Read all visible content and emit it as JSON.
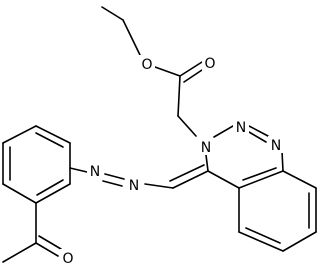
{
  "molecule": {
    "atoms": {
      "ester_o": "O",
      "carbonyl_o": "O",
      "n3": "N",
      "n2": "N",
      "n1": "N",
      "azo_n_right": "N",
      "azo_n_left": "N",
      "acetyl_o": "O"
    }
  }
}
